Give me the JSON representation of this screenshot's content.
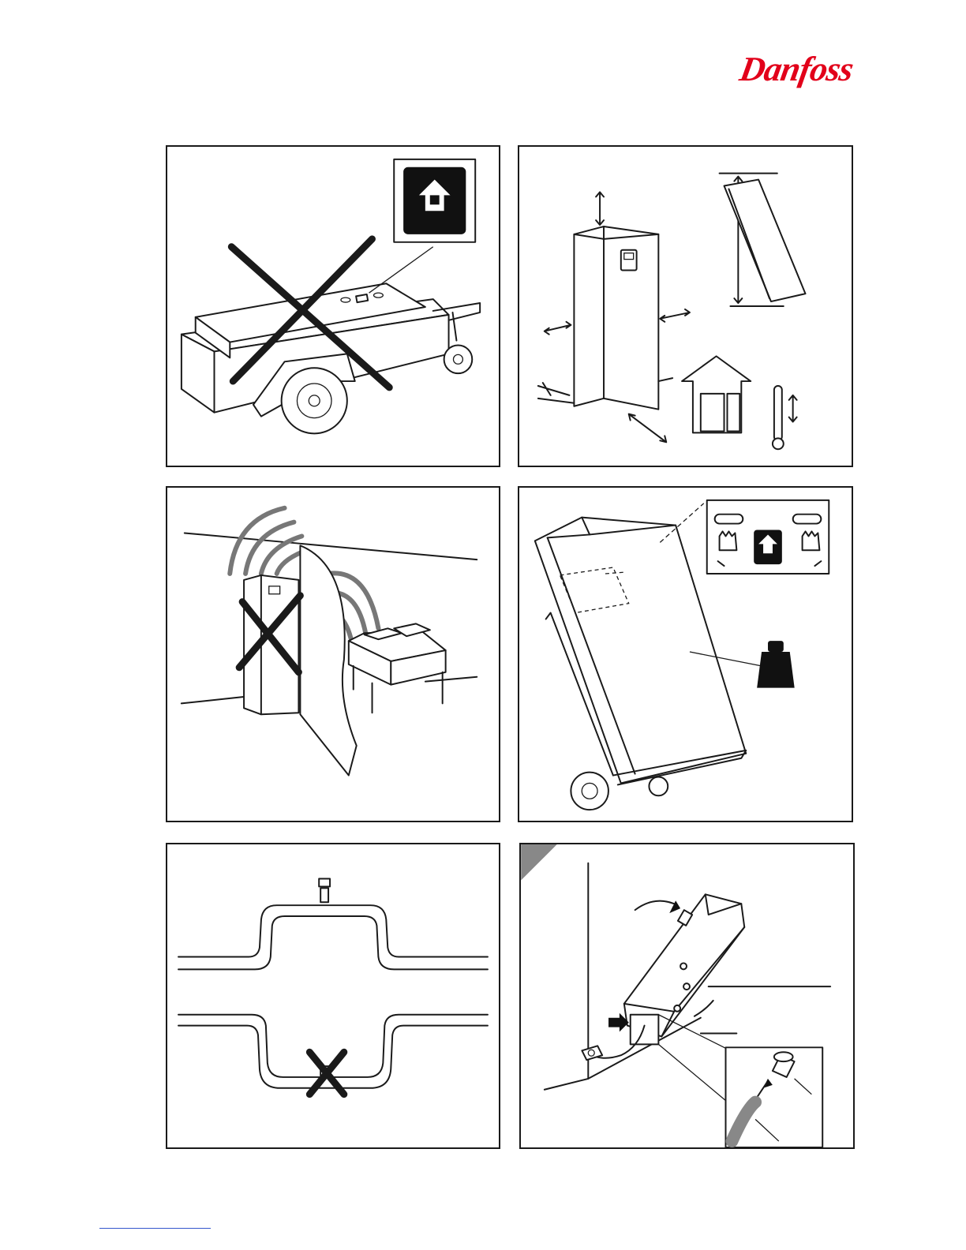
{
  "brand": {
    "logo_text": "Danfoss",
    "color": "#e2001a"
  },
  "panels": [
    {
      "id": "transport-warning",
      "icon": "trailer-horizontal-prohibited-icon"
    },
    {
      "id": "clearances-and-temperature",
      "icon": "unit-clearance-icon"
    },
    {
      "id": "noise-bedroom-warning",
      "icon": "noise-prohibited-icon"
    },
    {
      "id": "hand-truck-transport",
      "icon": "hand-truck-icon"
    },
    {
      "id": "pipe-routing-air-trap",
      "icon": "pipe-loop-icon"
    },
    {
      "id": "tilt-unit-connect-hose",
      "icon": "tilt-unit-icon"
    }
  ],
  "colors": {
    "line": "#1a1a1a",
    "wave": "#777777",
    "corner_tab": "#888888",
    "footer_rule": "#3355cc"
  }
}
